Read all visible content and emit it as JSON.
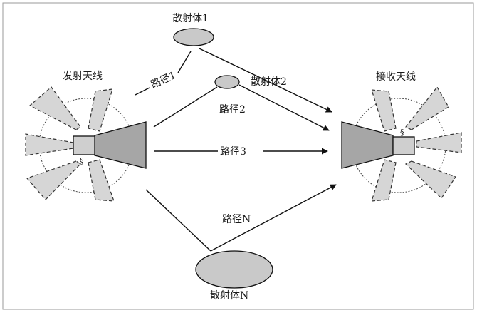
{
  "diagram": {
    "transmitter_label": "发射天线",
    "receiver_label": "接收天线",
    "scatterers": {
      "s1": "散射体1",
      "s2": "散射体2",
      "sN": "散射体N"
    },
    "paths": {
      "p1": "路径1",
      "p2": "路径2",
      "p3": "路径3",
      "pN": "路径N"
    }
  }
}
